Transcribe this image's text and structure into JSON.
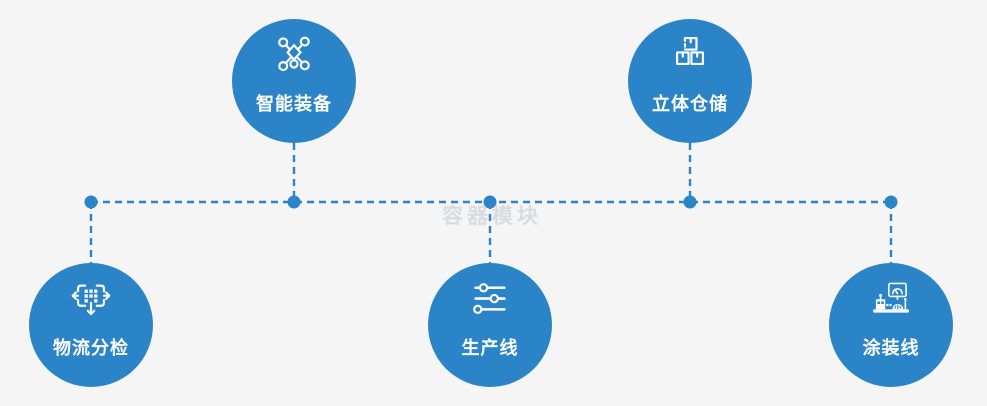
{
  "colors": {
    "bg": "#f5f5f6",
    "accent": "#2b84c8",
    "node": "#2b84c8",
    "icon": "#ffffff",
    "label": "#ffffff",
    "watermark": "rgba(185,189,195,0.45)"
  },
  "watermark": "容器模块",
  "nodes": [
    {
      "id": "smart-equipment",
      "label": "智能装备",
      "icon": "network-nodes-icon",
      "row": "top"
    },
    {
      "id": "warehouse",
      "label": "立体仓储",
      "icon": "stacked-boxes-icon",
      "row": "top"
    },
    {
      "id": "logistics-sorting",
      "label": "物流分检",
      "icon": "sort-arrows-icon",
      "row": "bottom"
    },
    {
      "id": "production-line",
      "label": "生产线",
      "icon": "sliders-icon",
      "row": "bottom"
    },
    {
      "id": "painting-line",
      "label": "涂装线",
      "icon": "control-station-icon",
      "row": "bottom"
    }
  ]
}
